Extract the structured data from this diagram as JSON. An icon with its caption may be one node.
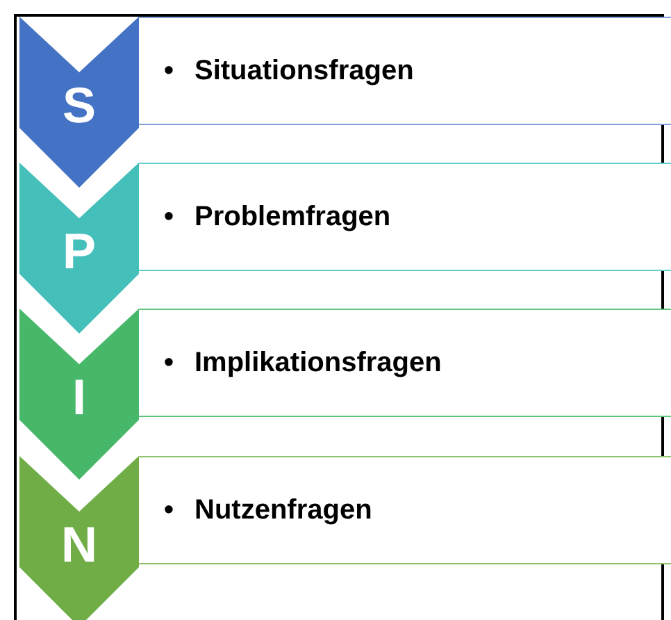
{
  "diagram": {
    "nodes": [
      {
        "text": [
          "S"
        ]
      },
      {
        "text": [
          "•",
          "Situationsfragen"
        ]
      },
      {
        "text": [
          "P"
        ]
      },
      {
        "text": [
          "•",
          "Problemfragen"
        ]
      },
      {
        "text": [
          "I"
        ]
      },
      {
        "text": [
          "•",
          "Implikationsfragen"
        ]
      },
      {
        "text": [
          "N"
        ]
      },
      {
        "text": [
          "•",
          "Nutzenfragen"
        ]
      }
    ]
  }
}
